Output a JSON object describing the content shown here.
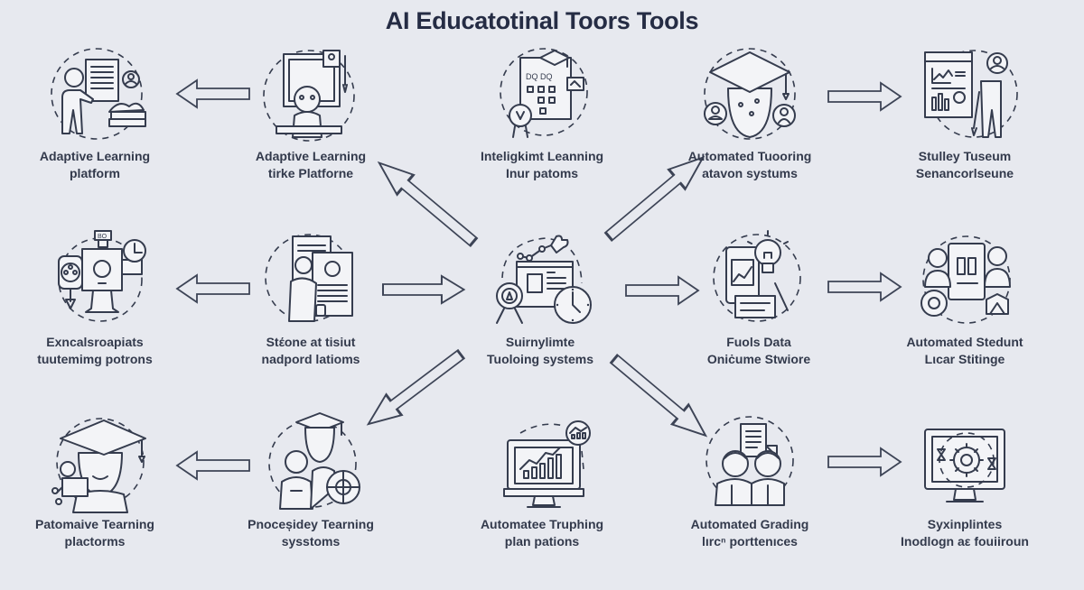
{
  "title": "AI Educatotinal Toors Tools",
  "colors": {
    "background": "#e7e9ef",
    "ink": "#353c4e",
    "title": "#252c44"
  },
  "nodes": [
    {
      "id": "r1c1",
      "icon": "teacher-presentation-icon",
      "line1": "Adaptive Learning",
      "line2": "platform"
    },
    {
      "id": "r1c2",
      "icon": "robot-document-icon",
      "line1": "Adaptive Learning",
      "line2": "tirke Platforne"
    },
    {
      "id": "r1c3",
      "icon": "checklist-graduation-icon",
      "line1": "Inteligkimt Leanning",
      "line2": "Inur patoms"
    },
    {
      "id": "r1c4",
      "icon": "graduate-head-icon",
      "line1": "Automated Tuooring",
      "line2": "atavon systums"
    },
    {
      "id": "r1c5",
      "icon": "analytics-report-icon",
      "line1": "Stulley Tuseum",
      "line2": "Senancorlseune"
    },
    {
      "id": "r2c1",
      "icon": "machine-clock-icon",
      "line1": "Exncalsroapiats",
      "line2": "tuutemimg potrons"
    },
    {
      "id": "r2c2",
      "icon": "student-document-icon",
      "line1": "Stέone at tisiut",
      "line2": "nadpord latioms"
    },
    {
      "id": "r2c3",
      "icon": "central-whiteboard-clock-icon",
      "line1": "Suirnylimte",
      "line2": "Tuoloing systems"
    },
    {
      "id": "r2c4",
      "icon": "lightbulb-tablet-icon",
      "line1": "Fuols Data",
      "line2": "Oniċume Stwiore"
    },
    {
      "id": "r2c5",
      "icon": "tablet-users-icon",
      "line1": "Automated Stedunt",
      "line2": "Lιcar Stitinge"
    },
    {
      "id": "r3c1",
      "icon": "graduate-laptop-icon",
      "line1": "Patomaive Tearning",
      "line2": "plactorms"
    },
    {
      "id": "r3c2",
      "icon": "graduates-gear-icon",
      "line1": "Pnoceșidey Tearning",
      "line2": "sysstoms"
    },
    {
      "id": "r3c3",
      "icon": "monitor-chart-icon",
      "line1": "Automatee Truphing",
      "line2": "plan pations"
    },
    {
      "id": "r3c4",
      "icon": "students-document-icon",
      "line1": "Automated Grading",
      "line2": "lırcⁿ porttenıces"
    },
    {
      "id": "r3c5",
      "icon": "monitor-gear-icon",
      "line1": "Syxinplintes",
      "line2": "Inodlogn aε fouiiroun"
    }
  ],
  "arrows": [
    {
      "name": "arrow-r1-left",
      "from": "r1c2",
      "to": "r1c1",
      "direction": "left"
    },
    {
      "name": "arrow-r1-right",
      "from": "r1c4",
      "to": "r1c5",
      "direction": "right"
    },
    {
      "name": "arrow-r2-left",
      "from": "r2c2",
      "to": "r2c1",
      "direction": "left"
    },
    {
      "name": "arrow-r2-into-center",
      "from": "r2c2",
      "to": "r2c3",
      "direction": "right"
    },
    {
      "name": "arrow-r2-from-center",
      "from": "r2c3",
      "to": "r2c4",
      "direction": "right"
    },
    {
      "name": "arrow-r2-right",
      "from": "r2c4",
      "to": "r2c5",
      "direction": "right"
    },
    {
      "name": "arrow-r3-left",
      "from": "r3c2",
      "to": "r3c1",
      "direction": "left"
    },
    {
      "name": "arrow-r3-right",
      "from": "r3c4",
      "to": "r3c5",
      "direction": "right"
    },
    {
      "name": "arrow-center-up-left",
      "from": "r2c3",
      "to": "r1c2",
      "direction": "up-left"
    },
    {
      "name": "arrow-center-up-right",
      "from": "r2c3",
      "to": "r1c4",
      "direction": "up-right"
    },
    {
      "name": "arrow-center-down-left",
      "from": "r2c3",
      "to": "r3c2",
      "direction": "down-left"
    },
    {
      "name": "arrow-center-down-right",
      "from": "r2c3",
      "to": "r3c4",
      "direction": "down-right"
    }
  ]
}
